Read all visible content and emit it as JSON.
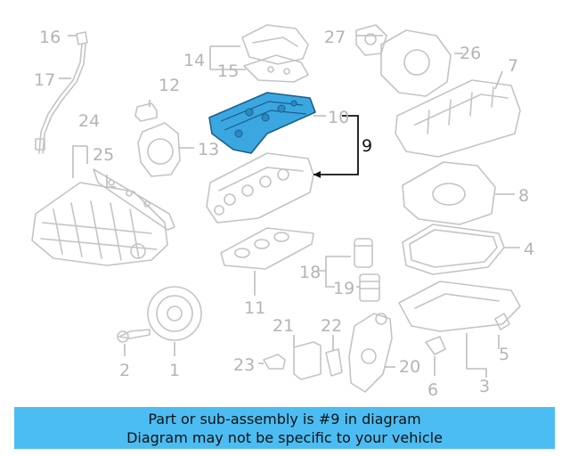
{
  "diagram": {
    "callouts": [
      "1",
      "2",
      "3",
      "4",
      "5",
      "6",
      "7",
      "8",
      "9",
      "10",
      "11",
      "12",
      "13",
      "14",
      "15",
      "16",
      "17",
      "18",
      "19",
      "20",
      "21",
      "22",
      "23",
      "24",
      "25",
      "26",
      "27"
    ],
    "highlighted_part": "9",
    "highlight_color": "#3aa7e0"
  },
  "banner": {
    "line1": "Part or sub-assembly is #9 in diagram",
    "line2": "Diagram may not be specific to your vehicle",
    "background": "#4cbdf2"
  }
}
